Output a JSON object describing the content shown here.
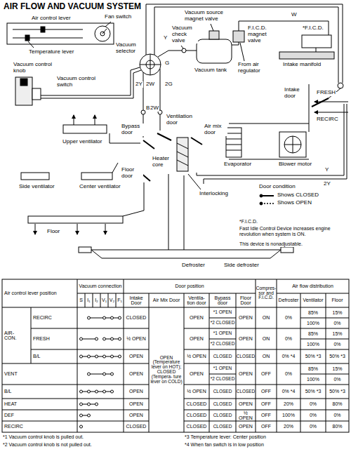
{
  "diagram": {
    "title": "AIR FLOW AND VACUUM SYSTEM",
    "labels": [
      "Fan switch",
      "Air control lever",
      "Temperature lever",
      "Vacuum control knob",
      "Vacuum control switch",
      "Vacuum selector",
      "Vacuum source magnet valve",
      "Vacuum check valve",
      "F.I.C.D. magnet valve",
      "*F.I.C.D.",
      "From air regulator",
      "Vacuum tank",
      "Intake manifold",
      "Y",
      "W",
      "G",
      "2Y",
      "2W",
      "2G",
      "B",
      "2W",
      "FRESH",
      "RECIRC",
      "Intake door",
      "Ventilation door",
      "Air mix door",
      "Bypass door",
      "Upper ventilator",
      "Heater core",
      "Evaporator",
      "Blower motor",
      "Floor door",
      "Side ventilator",
      "Center ventilator",
      "Door condition",
      "Shows CLOSED",
      "Shows OPEN",
      "Interlocking",
      "Y",
      "2Y",
      "Floor",
      "*F.I.C.D.",
      "Fast Idle Control Device increases engine revolution when system is ON.",
      "This device is nonadjustable.",
      "Defroster",
      "Side defroster",
      "Air control lever position",
      "Vacuum connection",
      "Door position",
      "Compres- sor and F.I.C.D.",
      "Air flow distribution",
      "S",
      "I₁",
      "I₂",
      "V₁",
      "V₂",
      "F₁",
      "Intake Door",
      "Air Mix Door",
      "Ventila- tion door",
      "Bypass door",
      "Floor Door",
      "Defroster",
      "Ventilator",
      "Floor",
      "AIR- CON.",
      "RECIRC",
      "FRESH",
      "B/L",
      "CLOSED",
      "OPEN (Temperature lever on HOT); CLOSED (Tempera- ture lever on COLD)",
      "OPEN",
      "*1 OPEN",
      "*2 CLOSED",
      "OPEN",
      "ON",
      "0%",
      "85%",
      "100%",
      "15%",
      "0%",
      "½ OPEN",
      "OPEN",
      "*1 OPEN",
      "*2 CLOSED",
      "OPEN",
      "ON",
      "0%",
      "85%",
      "100%",
      "15%",
      "0%",
      "OPEN",
      "½ OPEN",
      "CLOSED",
      "CLOSED",
      "ON",
      "0% *4",
      "50% *3",
      "50% *3",
      "VENT",
      "OPEN",
      "OPEN",
      "*1 OPEN",
      "*2 CLOSED",
      "OPEN",
      "OFF",
      "0%",
      "85%",
      "100%",
      "15%",
      "0%",
      "B/L",
      "OPEN",
      "½ OPEN",
      "CLOSED",
      "CLOSED",
      "OFF",
      "0% *4",
      "50% *3",
      "50% *3",
      "HEAT",
      "OPEN",
      "CLOSED",
      "CLOSED",
      "OPEN",
      "OFF",
      "20%",
      "0%",
      "80%",
      "DEF",
      "OPEN",
      "CLOSED",
      "CLOSED",
      "½ OPEN",
      "OFF",
      "100%",
      "0%",
      "0%",
      "RECIRC",
      "CLOSED",
      "CLOSED",
      "CLOSED",
      "OPEN",
      "OFF",
      "20%",
      "0%",
      "80%",
      "*1 Vacuum control knob is pulled out.",
      "*2 Vacuum control knob is not pulled out.",
      "*3 Temperature lever: Center position",
      "*4 When fan switch is in low position"
    ]
  }
}
